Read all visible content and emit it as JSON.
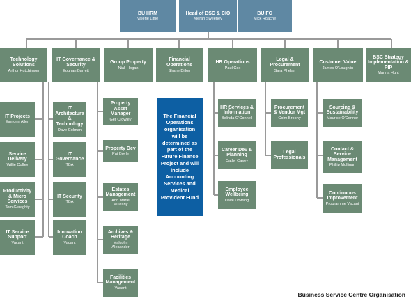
{
  "top": [
    {
      "title": "BU HRM",
      "person": "Valerie Little"
    },
    {
      "title": "Head of BSC & CIO",
      "person": "Kieran Sweeney"
    },
    {
      "title": "BU FC",
      "person": "Mick Roache"
    }
  ],
  "divisions": [
    {
      "title": "Technology Solutions",
      "person": "Arthur Hutchinson"
    },
    {
      "title": "IT Governance & Security",
      "person": "Eoghan Barrett"
    },
    {
      "title": "Group Property",
      "person": "Niall Hogan"
    },
    {
      "title": "Financial Operations",
      "person": "Shane Dillon"
    },
    {
      "title": "HR Operations",
      "person": "Paul Cox"
    },
    {
      "title": "Legal & Procurement",
      "person": "Sara Phelan"
    },
    {
      "title": "Customer Value",
      "person": "James O'Loughlin"
    },
    {
      "title": "BSC Strategy Implementation & PIP",
      "person": "Marina Hunt"
    }
  ],
  "sub": {
    "tech": [
      {
        "title": "IT Projects",
        "person": "Eamonn Allen"
      },
      {
        "title": "Service Delivery",
        "person": "Willie Coffey"
      },
      {
        "title": "Productivity & Micro Services",
        "person": "Tom Geraghty"
      },
      {
        "title": "IT Service Support",
        "person": "Vacant"
      }
    ],
    "gov": [
      {
        "title": "IT Architecture & Technology",
        "person": "Dave Colman"
      },
      {
        "title": "IT Governance",
        "person": "TBA"
      },
      {
        "title": "IT Security",
        "person": "TBA"
      },
      {
        "title": "Innovation Coach",
        "person": "Vacant"
      }
    ],
    "prop": [
      {
        "title": "Property Asset Manager",
        "person": "Ger Crowley"
      },
      {
        "title": "Property Dev",
        "person": "Pat Boyle"
      },
      {
        "title": "Estates Management",
        "person": "Ann Marie Mulcahy"
      },
      {
        "title": "Archives & Heritage",
        "person": "Malcolm Alexander"
      },
      {
        "title": "Facilities Management",
        "person": "Vacant"
      }
    ],
    "hr": [
      {
        "title": "HR Services & Information",
        "person": "Belinda O'Connell"
      },
      {
        "title": "Career Dev & Planning",
        "person": "Cathy Casey"
      },
      {
        "title": "Employee Wellbeing",
        "person": "Dave Dowling"
      }
    ],
    "legal": [
      {
        "title": "Procurement & Vendor Mgt",
        "person": "Colm Brophy"
      },
      {
        "title": "Legal Professionals",
        "person": ""
      }
    ],
    "cust": [
      {
        "title": "Sourcing & Sustainability",
        "person": "Maurice O'Connor"
      },
      {
        "title": "Contact & Service Management",
        "person": "Phillip Mulligan"
      },
      {
        "title": "Continuous Improvement",
        "person": "Programme Vacant"
      }
    ]
  },
  "finance_note": "The Financial Operations organisation will be determined as part of the Future Finance Project and will include Accounting Services and Medical Provident Fund",
  "caption": "Business Service Centre Organisation",
  "colors": {
    "top": "#5f88a3",
    "division": "#6b8a74",
    "note": "#0d5fa3",
    "connector": "#9a9a9a"
  }
}
